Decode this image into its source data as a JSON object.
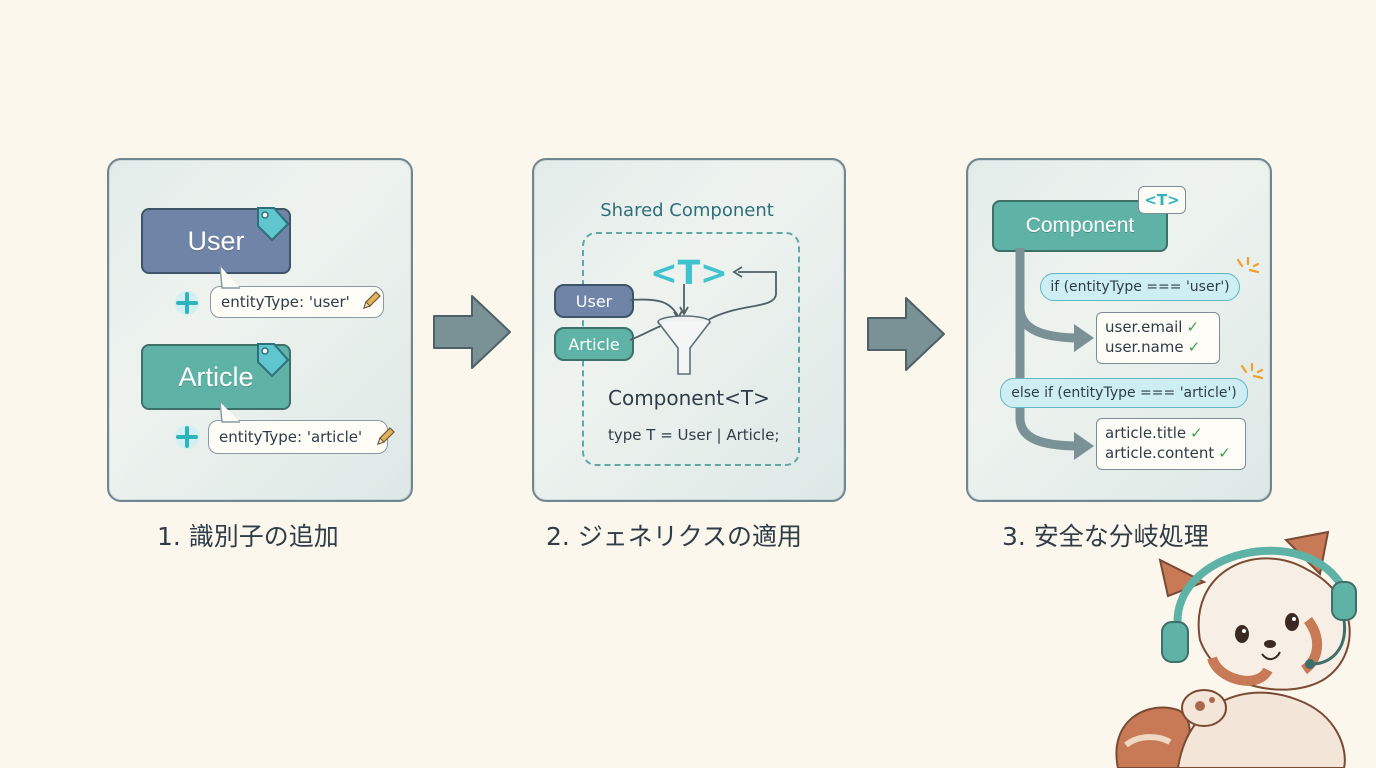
{
  "steps": [
    {
      "caption": "1. 識別子の追加"
    },
    {
      "caption": "2. ジェネリクスの適用"
    },
    {
      "caption": "3. 安全な分岐処理"
    }
  ],
  "panel1": {
    "user_label": "User",
    "user_field": "entityType: 'user'",
    "article_label": "Article",
    "article_field": "entityType: 'article'"
  },
  "panel2": {
    "title": "Shared Component",
    "generic": "<T>",
    "user_label": "User",
    "article_label": "Article",
    "component_label": "Component<T>",
    "type_decl": "type T = User | Article;"
  },
  "panel3": {
    "generic": "<T>",
    "component_label": "Component",
    "cond_user": "if (entityType === 'user')",
    "user_fields": [
      "user.email",
      "user.name"
    ],
    "cond_article": "else if (entityType === 'article')",
    "article_fields": [
      "article.title",
      "article.content"
    ],
    "check": "✓"
  },
  "colors": {
    "user_blue": "#6f84a6",
    "article_teal": "#5fb3a6",
    "accent_cyan": "#3fc4cf",
    "check_green": "#3e9e52"
  }
}
